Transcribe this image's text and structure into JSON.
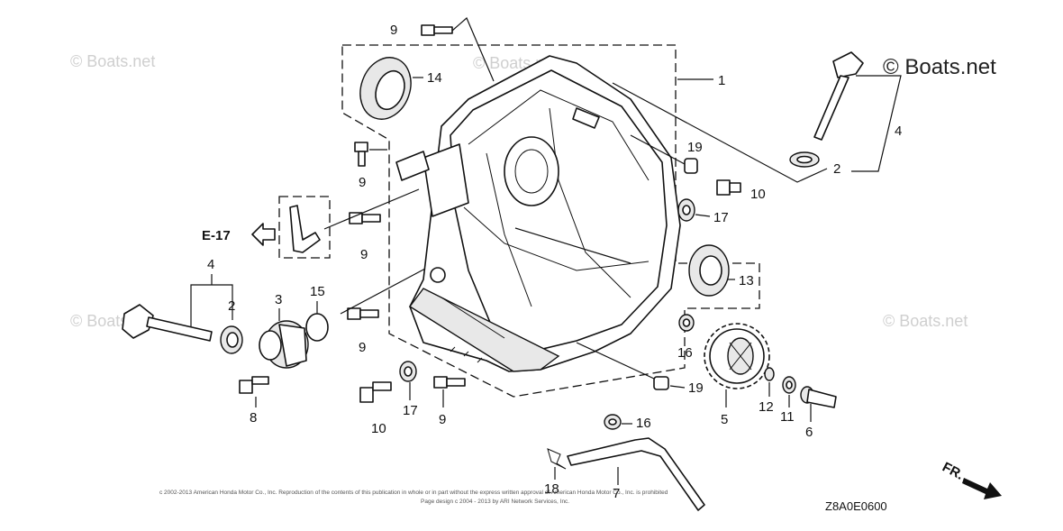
{
  "watermarks": {
    "brand": "© Boats.net",
    "faint": "© Boats.net"
  },
  "section_ref": "E-17",
  "direction_label": "FR.",
  "diagram_code": "Z8A0E0600",
  "copyright_line1": "c 2002-2013 American Honda Motor Co., Inc. Reproduction of the contents of this publication in whole or in part without the express written approval of American Honda Motor Co., Inc. is prohibited",
  "copyright_line2": "Page design c 2004 - 2013 by ARI Network Services, Inc.",
  "callouts": {
    "c1": "1",
    "c2a": "2",
    "c2b": "2",
    "c3": "3",
    "c4a": "4",
    "c4b": "4",
    "c5": "5",
    "c6": "6",
    "c7": "7",
    "c8": "8",
    "c9a": "9",
    "c9b": "9",
    "c9c": "9",
    "c9d": "9",
    "c9e": "9",
    "c10a": "10",
    "c10b": "10",
    "c11": "11",
    "c12": "12",
    "c13": "13",
    "c14": "14",
    "c15": "15",
    "c16a": "16",
    "c16b": "16",
    "c17a": "17",
    "c17b": "17",
    "c18": "18",
    "c19a": "19",
    "c19b": "19"
  }
}
